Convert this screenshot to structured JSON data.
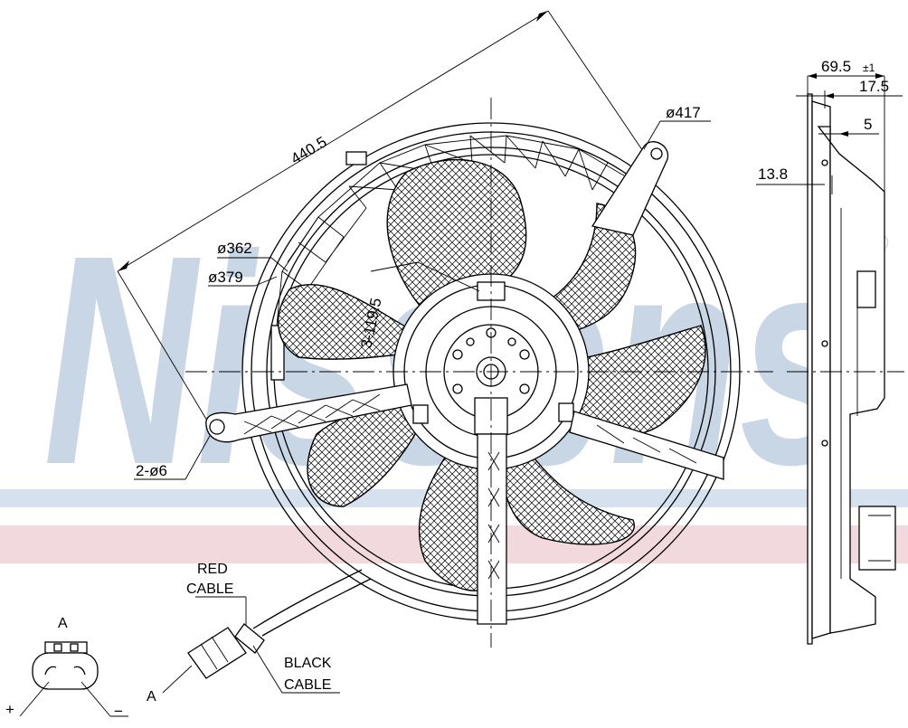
{
  "brand": {
    "watermark": "Nissens",
    "registered_mark": "®",
    "watermark_color": "#c9d6e6",
    "band_blue": "#d5e1ee",
    "band_pink": "#f2d9de"
  },
  "dimensions": {
    "overall_length": "440.5",
    "fan_diameter": "ø417",
    "ring_inner": "ø362",
    "ring_outer": "ø379",
    "bolt_circle": "3-119.5",
    "mount_holes": "2-ø6",
    "depth_total": "69.5",
    "depth_tolerance": "±1",
    "depth_front": "17.5",
    "rim_thickness": "5",
    "shroud_offset": "13.8"
  },
  "labels": {
    "red_cable_line1": "RED",
    "red_cable_line2": "CABLE",
    "black_cable_line1": "BLACK",
    "black_cable_line2": "CABLE",
    "connector_ref": "A",
    "connector_view_ref": "A",
    "pin_plus": "+",
    "pin_minus": "−"
  }
}
